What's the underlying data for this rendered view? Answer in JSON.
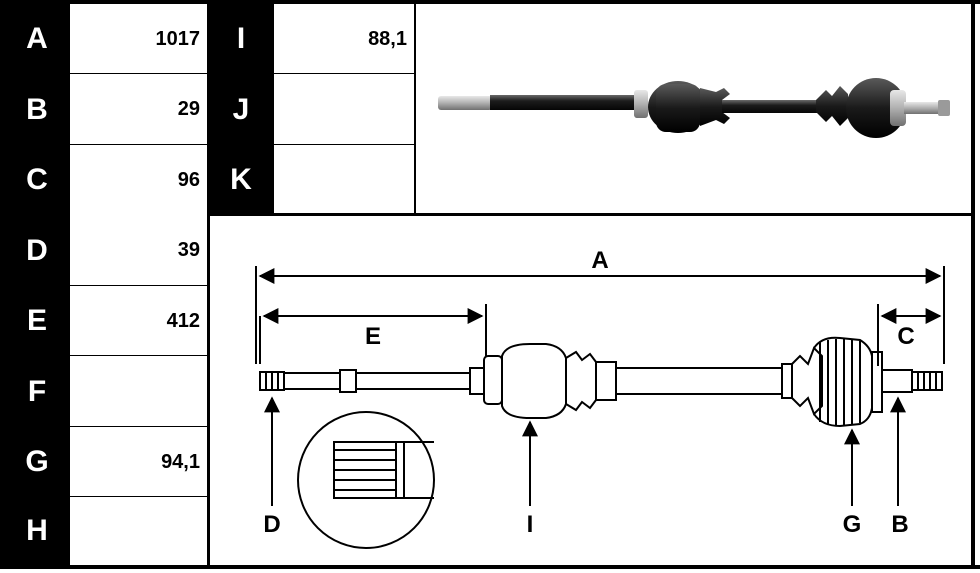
{
  "spec_table": {
    "rows_left": [
      {
        "label": "A",
        "value": "1017"
      },
      {
        "label": "B",
        "value": "29"
      },
      {
        "label": "C",
        "value": "96"
      },
      {
        "label": "D",
        "value": "39"
      },
      {
        "label": "E",
        "value": "412"
      },
      {
        "label": "F",
        "value": ""
      },
      {
        "label": "G",
        "value": "94,1"
      },
      {
        "label": "H",
        "value": ""
      }
    ],
    "rows_right": [
      {
        "label": "I",
        "value": "88,1"
      },
      {
        "label": "J",
        "value": ""
      },
      {
        "label": "K",
        "value": ""
      }
    ]
  },
  "diagram": {
    "dim_a": "A",
    "dim_e": "E",
    "dim_c": "C",
    "ptr_d": "D",
    "ptr_i": "I",
    "ptr_g": "G",
    "ptr_b": "B"
  },
  "colors": {
    "label_bg": "#000000",
    "label_fg": "#ffffff",
    "line": "#000000"
  }
}
